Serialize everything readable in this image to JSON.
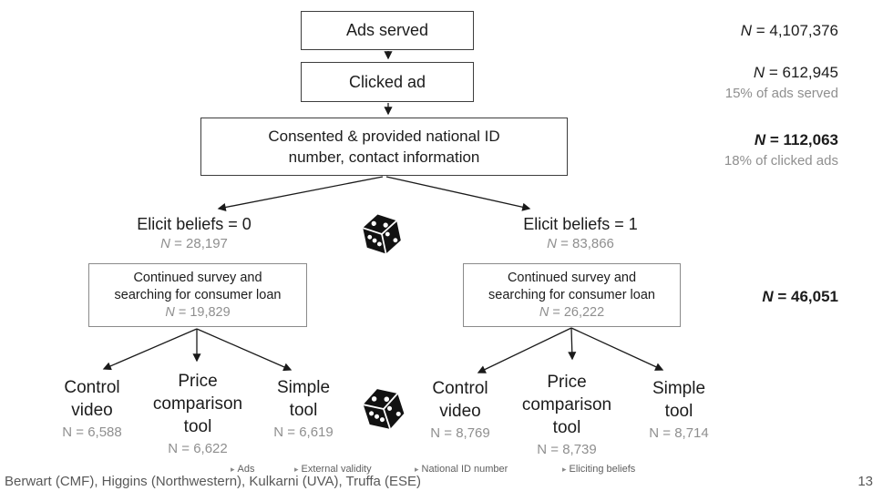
{
  "flow": {
    "ads_served": {
      "label": "Ads served"
    },
    "clicked_ad": {
      "label": "Clicked ad"
    },
    "consent": {
      "line1": "Consented & provided national ID",
      "line2": "number, contact information"
    },
    "branch_left": {
      "label": "Elicit beliefs = 0",
      "n": "N",
      "n_rest": " = 28,197"
    },
    "branch_right": {
      "label": "Elicit beliefs = 1",
      "n": "N",
      "n_rest": " = 83,866"
    },
    "continued_left": {
      "line1": "Continued survey and",
      "line2": "searching for consumer loan",
      "n": "N",
      "n_rest": " = 19,829"
    },
    "continued_right": {
      "line1": "Continued survey and",
      "line2": "searching for consumer loan",
      "n": "N",
      "n_rest": " = 26,222"
    },
    "arms_left": {
      "control": {
        "label": "Control\nvideo",
        "n": "N = 6,588"
      },
      "price": {
        "label": "Price\ncomparison\ntool",
        "n": "N = 6,622"
      },
      "simple": {
        "label": "Simple\ntool",
        "n": "N = 6,619"
      }
    },
    "arms_right": {
      "control": {
        "label": "Control\nvideo",
        "n": "N = 8,769"
      },
      "price": {
        "label": "Price\ncomparison\ntool",
        "n": "N = 8,739"
      },
      "simple": {
        "label": "Simple\ntool",
        "n": "N = 8,714"
      }
    }
  },
  "side_stats": {
    "s1": {
      "n": "N",
      "rest": " = 4,107,376"
    },
    "s2": {
      "n": "N",
      "rest": " = 612,945",
      "sub": "15% of ads served"
    },
    "s3": {
      "n": "N",
      "rest": " = 112,063",
      "sub": "18% of clicked ads"
    },
    "s4": {
      "n": "N",
      "rest": " = 46,051"
    }
  },
  "icons": {
    "dice": "dice-icon",
    "link_marker": "▸"
  },
  "footer": {
    "authors": "Berwart (CMF), Higgins (Northwestern), Kulkarni (UVA), Truffa (ESE)",
    "page": "13",
    "links": {
      "ads": "Ads",
      "external_validity": "External validity",
      "national_id": "National ID number",
      "eliciting_beliefs": "Eliciting beliefs"
    }
  },
  "colors": {
    "text": "#1c1c1c",
    "muted": "#8f8f8f",
    "footer": "#585858",
    "box_border_dark": "#3d3d3d",
    "box_border_gray": "#8a8a8a"
  }
}
